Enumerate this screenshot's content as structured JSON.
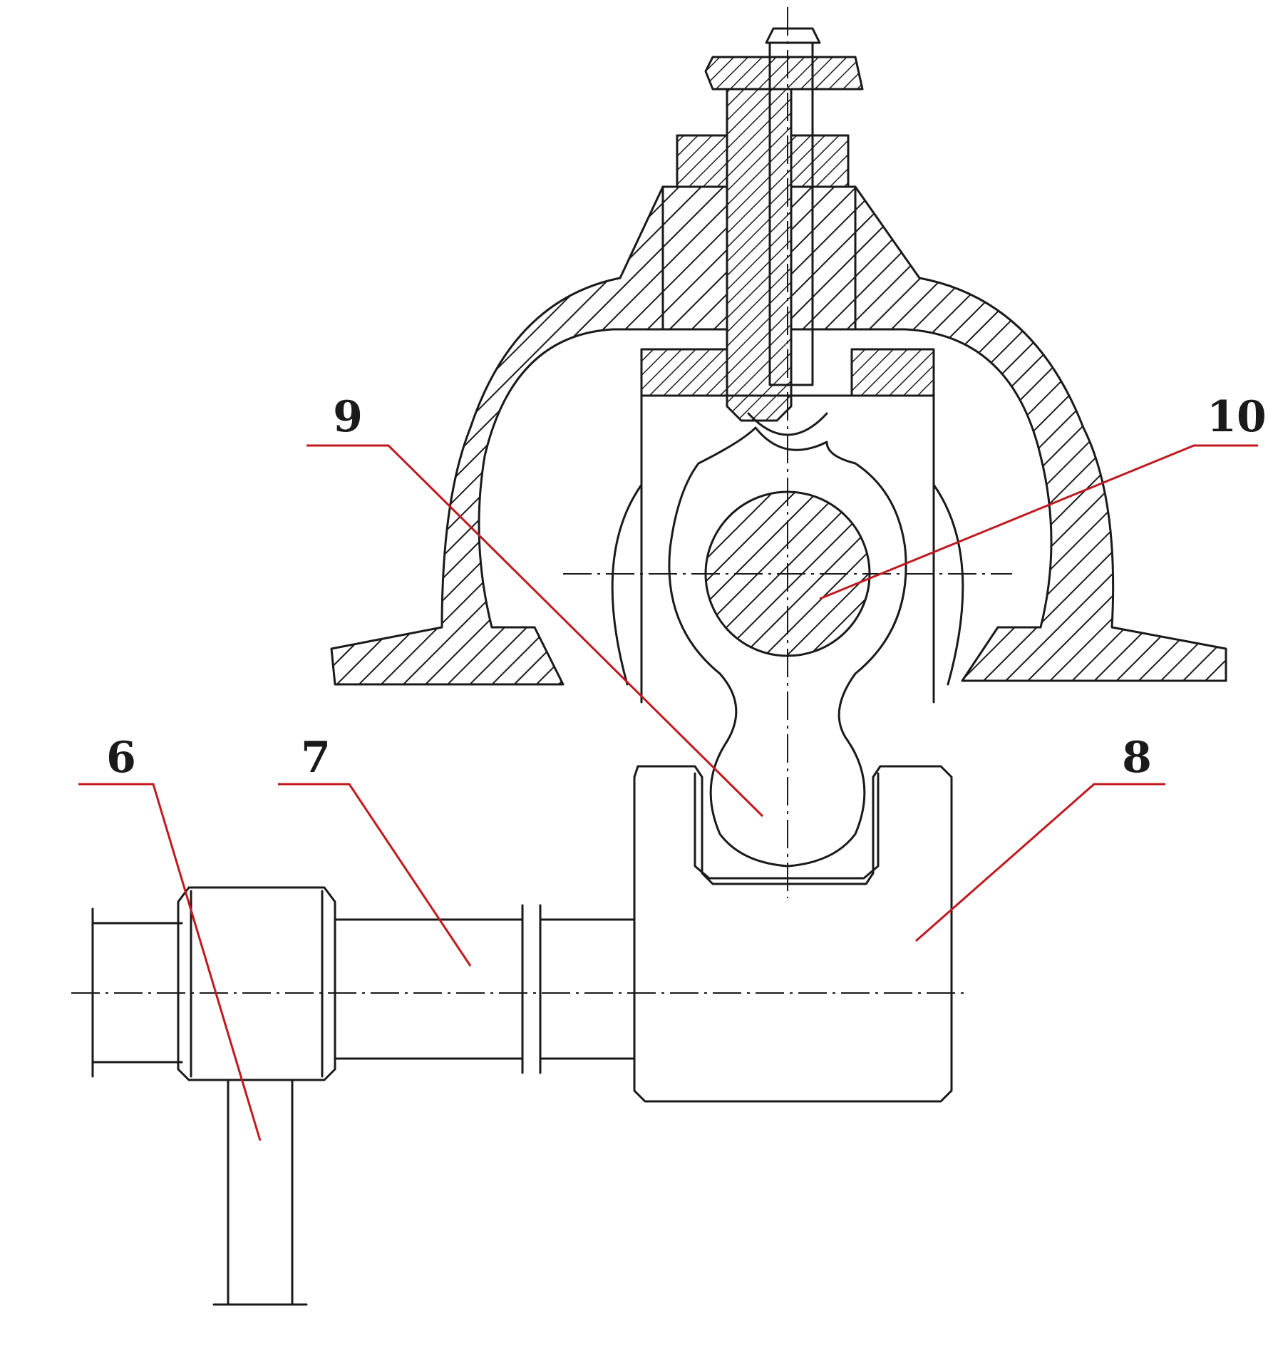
{
  "labels": [
    {
      "id": "9",
      "text": "9"
    },
    {
      "id": "10",
      "text": "10"
    },
    {
      "id": "6",
      "text": "6"
    },
    {
      "id": "7",
      "text": "7"
    },
    {
      "id": "8",
      "text": "8"
    }
  ],
  "colors": {
    "ink": "#1a1a1a",
    "leader": "#c0191e",
    "background": "#ffffff"
  }
}
